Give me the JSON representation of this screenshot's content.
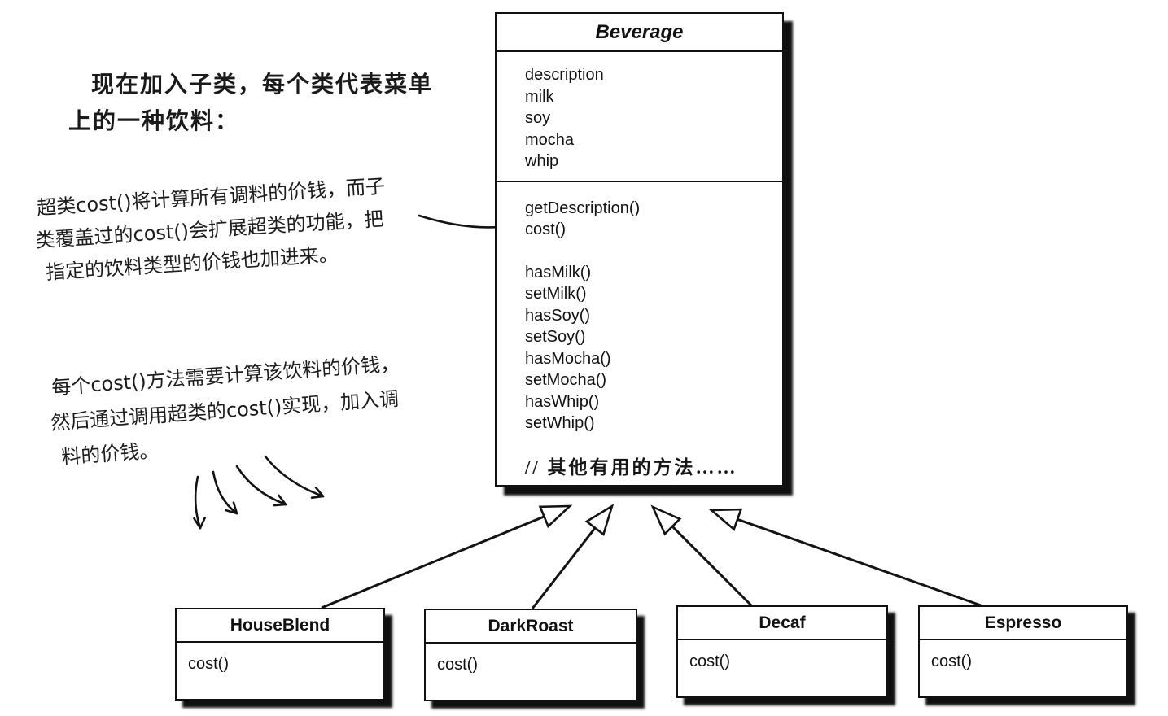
{
  "intro": {
    "lines": [
      "现在加入子类，每个类代表菜单",
      "上的一种饮料："
    ]
  },
  "notes": {
    "superclass": {
      "lines": [
        "超类cost()将计算所有调料的价钱，而子",
        "类覆盖过的cost()会扩展超类的功能，把",
        "指定的饮料类型的价钱也加进来。"
      ]
    },
    "subclass": {
      "lines": [
        "每个cost()方法需要计算该饮料的价钱，",
        "然后通过调用超类的cost()实现，加入调",
        "料的价钱。"
      ]
    }
  },
  "beverage_class": {
    "name": "Beverage",
    "attributes": [
      "description",
      "milk",
      "soy",
      "mocha",
      "whip"
    ],
    "methods_core": [
      "getDescription()",
      "cost()"
    ],
    "methods_condiments": [
      "hasMilk()",
      "setMilk()",
      "hasSoy()",
      "setSoy()",
      "hasMocha()",
      "setMocha()",
      "hasWhip()",
      "setWhip()"
    ],
    "methods_comment": "// 其他有用的方法……"
  },
  "subclasses": [
    {
      "name": "HouseBlend",
      "methods": [
        "cost()"
      ]
    },
    {
      "name": "DarkRoast",
      "methods": [
        "cost()"
      ]
    },
    {
      "name": "Decaf",
      "methods": [
        "cost()"
      ]
    },
    {
      "name": "Espresso",
      "methods": [
        "cost()"
      ]
    }
  ],
  "colors": {
    "ink": "#131313",
    "paper": "#ffffff"
  }
}
